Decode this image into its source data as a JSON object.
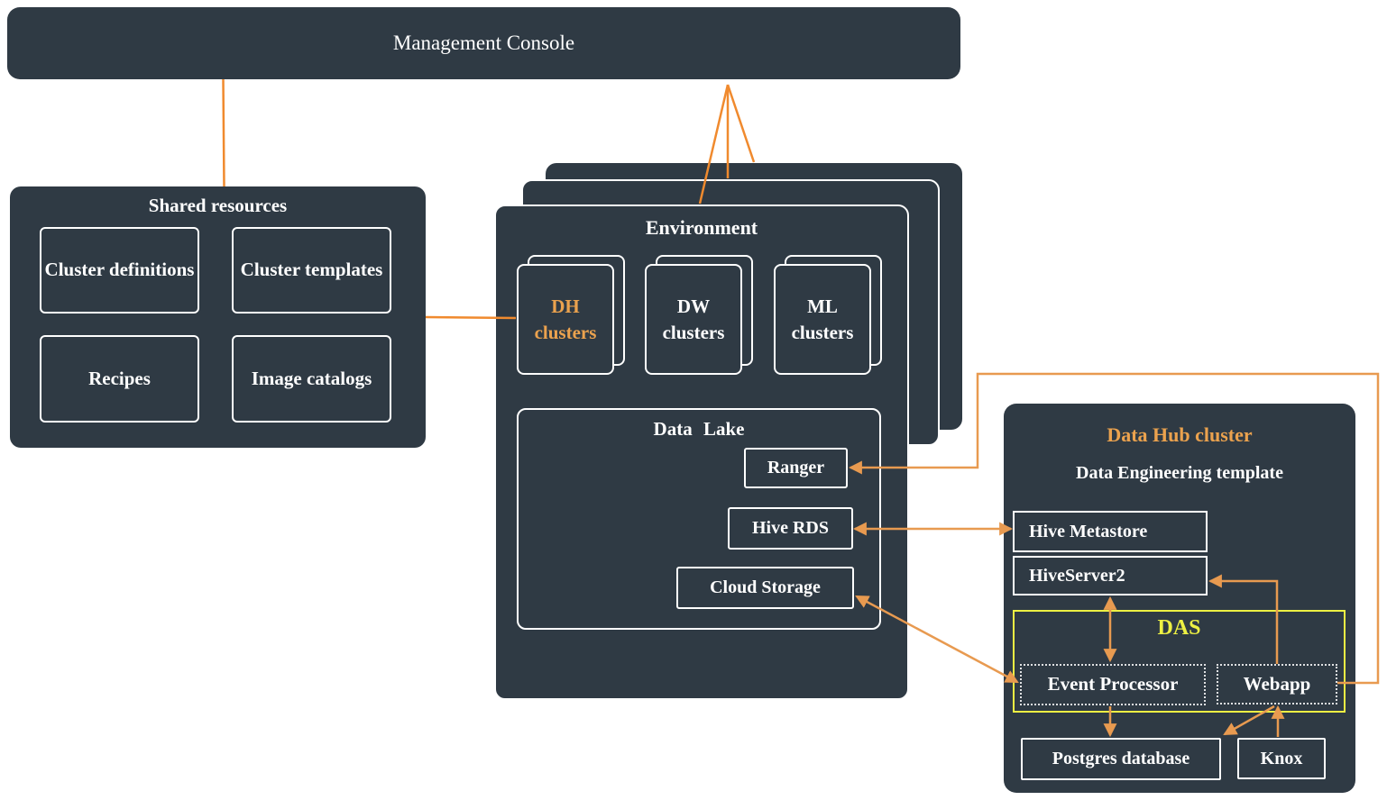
{
  "colors": {
    "panel_fill": "#2F3A44",
    "accent_orange": "#F08A2E",
    "arrow_orange": "#E89A50",
    "highlight_orange": "#EBA24E",
    "das_yellow": "#EDF043",
    "border_white": "#FFFFFF",
    "text_white": "#FFFFFF"
  },
  "management_console": {
    "title": "Management Console"
  },
  "shared_resources": {
    "title": "Shared resources",
    "items": [
      {
        "label": "Cluster definitions"
      },
      {
        "label": "Cluster templates"
      },
      {
        "label": "Recipes"
      },
      {
        "label": "Image catalogs"
      }
    ]
  },
  "environment": {
    "title": "Environment",
    "clusters": [
      {
        "label": "DH clusters",
        "highlighted": true
      },
      {
        "label": "DW clusters",
        "highlighted": false
      },
      {
        "label": "ML clusters",
        "highlighted": false
      }
    ],
    "data_lake": {
      "title": "Data Lake",
      "services": [
        {
          "label": "Ranger"
        },
        {
          "label": "Hive RDS"
        },
        {
          "label": "Cloud Storage"
        }
      ]
    }
  },
  "data_hub": {
    "title": "Data Hub cluster",
    "subtitle": "Data Engineering template",
    "components": {
      "hive_metastore": "Hive Metastore",
      "hiveserver2": "HiveServer2",
      "das": {
        "title": "DAS",
        "event_processor": "Event Processor",
        "webapp": "Webapp"
      },
      "postgres": "Postgres database",
      "knox": "Knox"
    }
  },
  "connections": [
    {
      "from": "management-console",
      "to": "shared-resources",
      "style": "plain-line"
    },
    {
      "from": "management-console",
      "to": "environment-stack",
      "style": "plain-line-fan-of-3"
    },
    {
      "from": "shared-resources",
      "to": "dh-clusters",
      "style": "plain-line"
    },
    {
      "from": "webapp",
      "to": "ranger",
      "style": "arrow"
    },
    {
      "from": "hive-rds",
      "to": "hive-metastore",
      "style": "double-arrow"
    },
    {
      "from": "cloud-storage",
      "to": "event-processor",
      "style": "double-arrow"
    },
    {
      "from": "hiveserver2",
      "to": "event-processor",
      "style": "double-arrow"
    },
    {
      "from": "webapp",
      "to": "hiveserver2",
      "style": "arrow"
    },
    {
      "from": "event-processor",
      "to": "postgres-database",
      "style": "arrow"
    },
    {
      "from": "knox",
      "to": "webapp",
      "style": "arrow"
    },
    {
      "from": "webapp",
      "to": "postgres-database",
      "style": "arrow"
    }
  ]
}
